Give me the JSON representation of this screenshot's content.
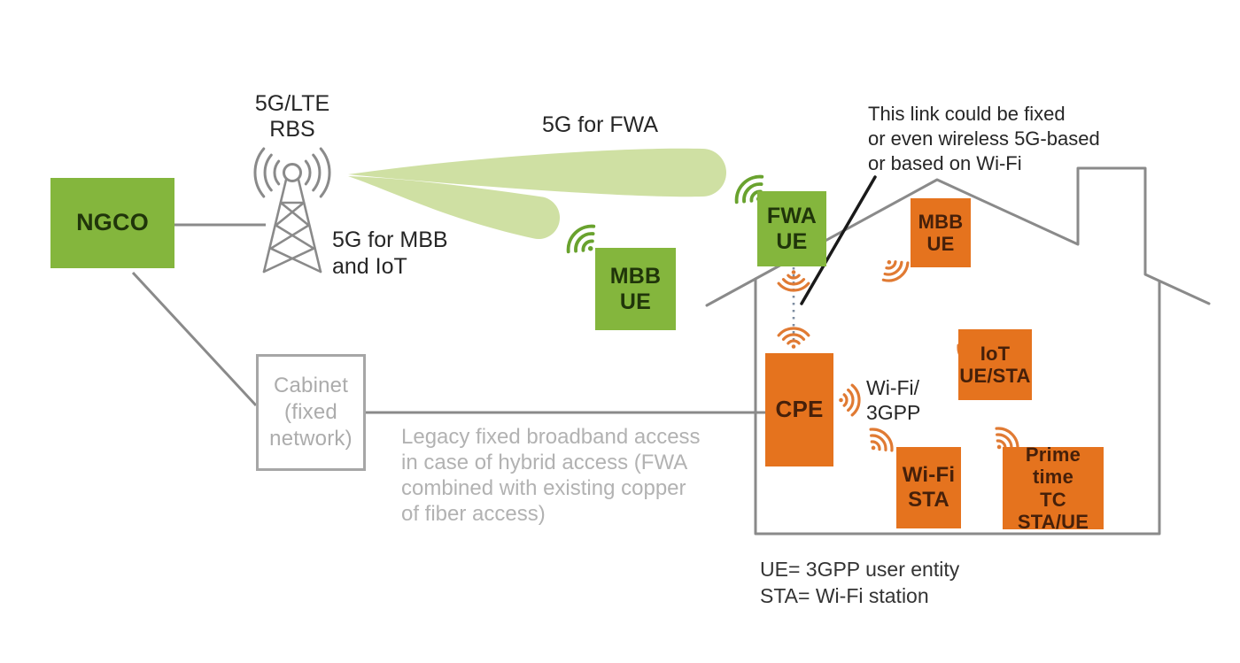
{
  "colors": {
    "box_green": "#84b63d",
    "box_orange": "#e5731e",
    "beam_green": "#cfe0a3",
    "line_gray": "#8a8a8a",
    "wifi_orange": "#e07a33",
    "wifi_green": "#69a22e",
    "pointer_black": "#1a1a1a",
    "muted_gray": "#b2b2b2",
    "text_dark": "#262626"
  },
  "nodes": {
    "ngco": {
      "label": "NGCO"
    },
    "rbs": {
      "line1": "5G/LTE",
      "line2": "RBS"
    },
    "mbb_ue_outdoor": {
      "line1": "MBB",
      "line2": "UE"
    },
    "fwa_ue": {
      "line1": "FWA",
      "line2": "UE"
    },
    "cpe": {
      "label": "CPE"
    },
    "mbb_ue_indoor": {
      "line1": "MBB",
      "line2": "UE"
    },
    "iot": {
      "line1": "IoT",
      "line2": "UE/STA"
    },
    "wifi_sta": {
      "line1": "Wi-Fi",
      "line2": "STA"
    },
    "prime_time": {
      "line1": "Prime time",
      "line2": "TC",
      "line3": "STA/UE"
    },
    "cabinet": {
      "line1": "Cabinet",
      "line2": "(fixed",
      "line3": "network)"
    }
  },
  "beams": {
    "fwa_label": "5G for FWA",
    "mbb_label_line1": "5G for MBB",
    "mbb_label_line2": "and IoT"
  },
  "links": {
    "wifi_3gpp_line1": "Wi-Fi/",
    "wifi_3gpp_line2": "3GPP"
  },
  "notes": {
    "link_note_line1": "This link could be fixed",
    "link_note_line2": "or even wireless 5G-based",
    "link_note_line3": "or based on Wi-Fi",
    "legacy_line1": "Legacy fixed broadband access",
    "legacy_line2": "in case of hybrid access (FWA",
    "legacy_line3": "combined with existing copper",
    "legacy_line4": "of fiber access)",
    "legend_line1": "UE= 3GPP user entity",
    "legend_line2": "STA= Wi-Fi station"
  }
}
